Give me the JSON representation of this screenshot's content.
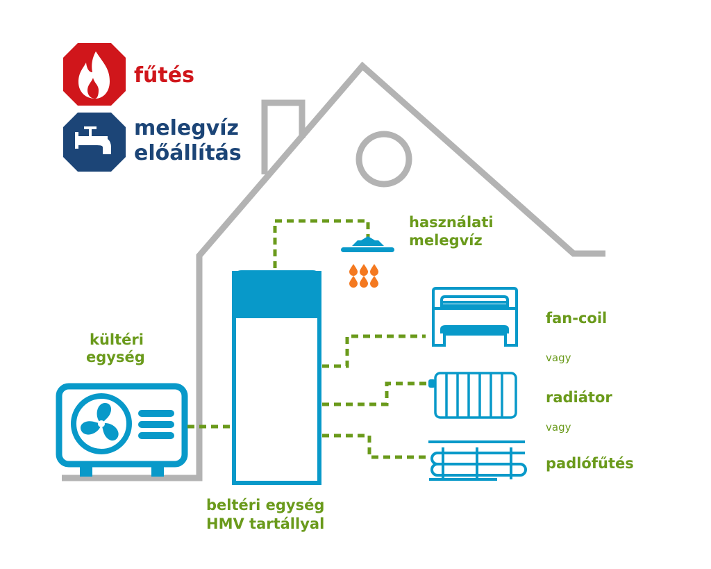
{
  "legend": {
    "heating": {
      "label": "fűtés",
      "icon": "flame-icon",
      "color": "#d0161b"
    },
    "hot_water": {
      "label_line1": "melegvíz",
      "label_line2": "előállítás",
      "icon": "faucet-icon",
      "color": "#1c4577"
    }
  },
  "components": {
    "outdoor_unit": {
      "line1": "kültéri",
      "line2": "egység",
      "icon": "outdoor-unit-fan-icon"
    },
    "indoor_unit": {
      "line1": "beltéri egység",
      "line2": "HMV tartállyal",
      "icon": "water-tank-icon"
    },
    "domestic_hot_water": {
      "line1": "használati",
      "line2": "melegvíz",
      "icon": "shower-icon"
    },
    "fan_coil": {
      "label": "fan-coil",
      "icon": "fan-coil-icon"
    },
    "radiator": {
      "label": "radiátor",
      "icon": "radiator-icon"
    },
    "floor_heating": {
      "label": "padlófűtés",
      "icon": "floor-heating-icon"
    },
    "or_1": "vagy",
    "or_2": "vagy"
  },
  "colors": {
    "house_outline": "#b3b3b3",
    "device_blue": "#0899c9",
    "pipe_green": "#6a9a1b",
    "water_drop_orange": "#f47920",
    "label_green": "#6a9a1b"
  }
}
